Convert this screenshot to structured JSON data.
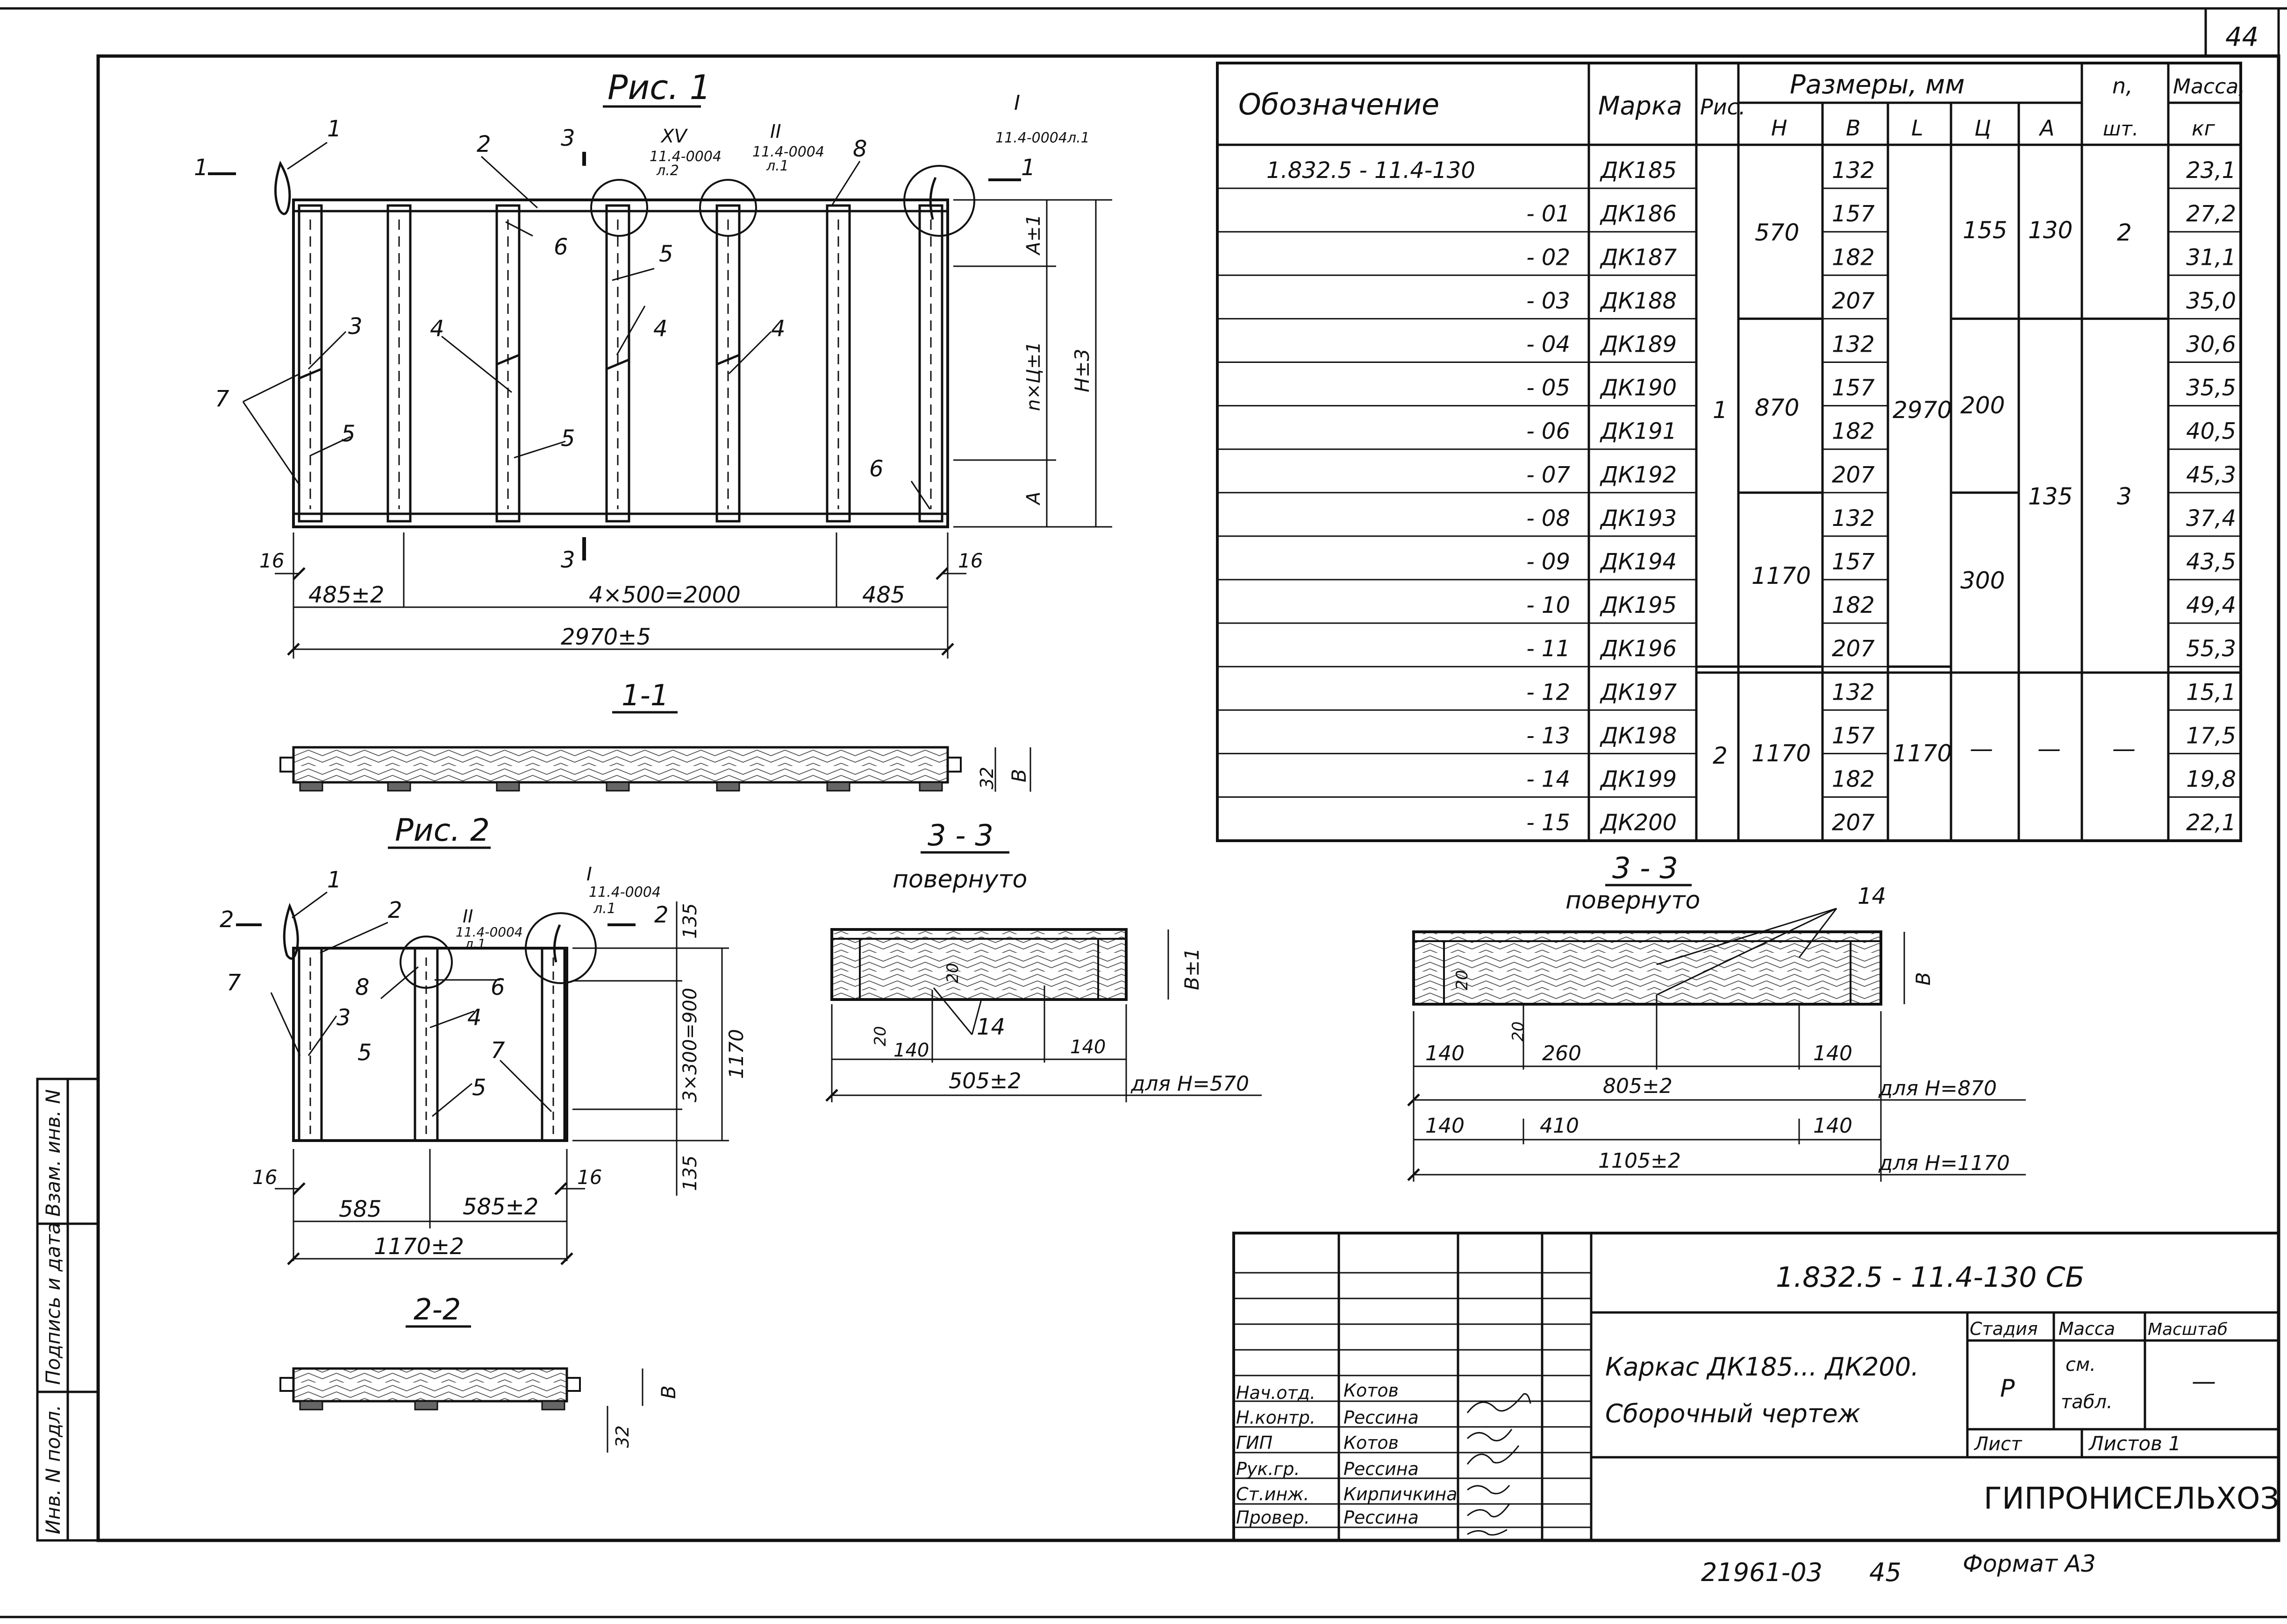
{
  "sheet": {
    "page_number": "44",
    "bottom_code": "21961-03",
    "bottom_page": "45",
    "format": "Формат А3"
  },
  "fig1": {
    "title": "Рис. 1",
    "section_marks": {
      "left": "1",
      "right": "1",
      "top": "3",
      "bottom": "3"
    },
    "callout_I": {
      "num": "I",
      "ref": "11.4-0004л.1"
    },
    "callout_II": {
      "num": "II",
      "ref": "11.4-0004",
      "sheet": "л.1"
    },
    "callout_XV": {
      "num": "XV",
      "ref": "11.4-0004",
      "sheet": "л.2"
    },
    "part_labels": [
      "1",
      "2",
      "3",
      "4",
      "5",
      "6",
      "7",
      "8"
    ],
    "dims": {
      "edge": "16",
      "left_bay": "485±2",
      "middle": "4×500=2000",
      "right_bay": "485",
      "total": "2970±5",
      "v_top": "A±1",
      "v_mid": "n×Ц±1",
      "v_bot": "A",
      "v_total": "H±3"
    },
    "section": {
      "title": "1-1",
      "dim_thick": "32",
      "dim_b": "B"
    }
  },
  "fig2": {
    "title": "Рис. 2",
    "section_marks": {
      "left": "2",
      "right": "2"
    },
    "callout_I": {
      "num": "I",
      "ref": "11.4-0004",
      "sheet": "л.1"
    },
    "callout_II": {
      "num": "II",
      "ref": "11.4-0004",
      "sheet": "л.1"
    },
    "dims": {
      "edge": "16",
      "left": "585",
      "right": "585±2",
      "total": "1170±2",
      "v_top": "135",
      "v_mid": "3×300=900",
      "v_bot": "135",
      "v_total": "1170"
    },
    "section": {
      "title": "2-2",
      "dim_thick": "32",
      "dim_b": "B"
    }
  },
  "section33a": {
    "title": "3 - 3",
    "subtitle": "повернуто",
    "dims": {
      "d20a": "20",
      "d20b": "20",
      "d140a": "140",
      "d140b": "140",
      "d14": "14",
      "total": "505±2",
      "note": "для H=570",
      "b": "B±1"
    }
  },
  "section33b": {
    "title": "3 - 3",
    "subtitle": "повернуто",
    "dims": {
      "d14": "14",
      "d20a": "20",
      "d20b": "20",
      "r1a": "140",
      "r1b": "260",
      "r1c": "140",
      "total1": "805±2",
      "note1": "для H=870",
      "r2a": "140",
      "r2b": "410",
      "r2c": "140",
      "total2": "1105±2",
      "note2": "для H=1170",
      "b": "B"
    }
  },
  "spec_table": {
    "header": {
      "designation": "Обозначение",
      "mark": "Марка",
      "fig": "Рис.",
      "sizes": "Размеры, мм",
      "h": "H",
      "b": "B",
      "l": "L",
      "c": "Ц",
      "a": "А",
      "n": "n,",
      "n2": "шт.",
      "mass": "Масса,",
      "mass2": "кг"
    },
    "rows": [
      {
        "designation": "1.832.5 - 11.4-130",
        "mark": "ДК185",
        "b": "132",
        "mass": "23,1"
      },
      {
        "designation": "- 01",
        "mark": "ДК186",
        "b": "157",
        "mass": "27,2"
      },
      {
        "designation": "- 02",
        "mark": "ДК187",
        "b": "182",
        "mass": "31,1"
      },
      {
        "designation": "- 03",
        "mark": "ДК188",
        "b": "207",
        "mass": "35,0"
      },
      {
        "designation": "- 04",
        "mark": "ДК189",
        "b": "132",
        "mass": "30,6"
      },
      {
        "designation": "- 05",
        "mark": "ДК190",
        "b": "157",
        "mass": "35,5"
      },
      {
        "designation": "- 06",
        "mark": "ДК191",
        "b": "182",
        "mass": "40,5"
      },
      {
        "designation": "- 07",
        "mark": "ДК192",
        "b": "207",
        "mass": "45,3"
      },
      {
        "designation": "- 08",
        "mark": "ДК193",
        "b": "132",
        "mass": "37,4"
      },
      {
        "designation": "- 09",
        "mark": "ДК194",
        "b": "157",
        "mass": "43,5"
      },
      {
        "designation": "- 10",
        "mark": "ДК195",
        "b": "182",
        "mass": "49,4"
      },
      {
        "designation": "- 11",
        "mark": "ДК196",
        "b": "207",
        "mass": "55,3"
      },
      {
        "designation": "- 12",
        "mark": "ДК197",
        "b": "132",
        "mass": "15,1"
      },
      {
        "designation": "- 13",
        "mark": "ДК198",
        "b": "157",
        "mass": "17,5"
      },
      {
        "designation": "- 14",
        "mark": "ДК199",
        "b": "182",
        "mass": "19,8"
      },
      {
        "designation": "- 15",
        "mark": "ДК200",
        "b": "207",
        "mass": "22,1"
      }
    ],
    "merged": {
      "fig1": "1",
      "fig2": "2",
      "h570": "570",
      "h870": "870",
      "h1170a": "1170",
      "h1170b": "1170",
      "l2970": "2970",
      "l1170": "1170",
      "c155": "155",
      "c200": "200",
      "c300": "300",
      "c_dash": "—",
      "a130": "130",
      "a135": "135",
      "a_dash": "—",
      "n2": "2",
      "n3": "3",
      "n_dash": "—"
    }
  },
  "title_block": {
    "doc_code": "1.832.5 - 11.4-130 СБ",
    "title_line1": "Каркас ДК185... ДК200.",
    "title_line2": "Сборочный чертеж",
    "stage_label": "Стадия",
    "stage": "Р",
    "mass_label": "Масса",
    "mass_value1": "см.",
    "mass_value2": "табл.",
    "scale_label": "Масштаб",
    "scale": "—",
    "sheet_label": "Лист",
    "sheets_label": "Листов 1",
    "org": "ГИПРОНИСЕЛЬХОЗ",
    "roles": [
      {
        "role": "Нач.отд.",
        "name": "Котов"
      },
      {
        "role": "Н.контр.",
        "name": "Рессина"
      },
      {
        "role": "ГИП",
        "name": "Котов"
      },
      {
        "role": "Рук.гр.",
        "name": "Рессина"
      },
      {
        "role": "Ст.инж.",
        "name": "Кирпичкина"
      },
      {
        "role": "Провер.",
        "name": "Рессина"
      }
    ]
  },
  "side_stamp": {
    "f1": "Инв. N подл.",
    "f2": "Подпись и дата",
    "f3": "Взам. инв. N"
  }
}
